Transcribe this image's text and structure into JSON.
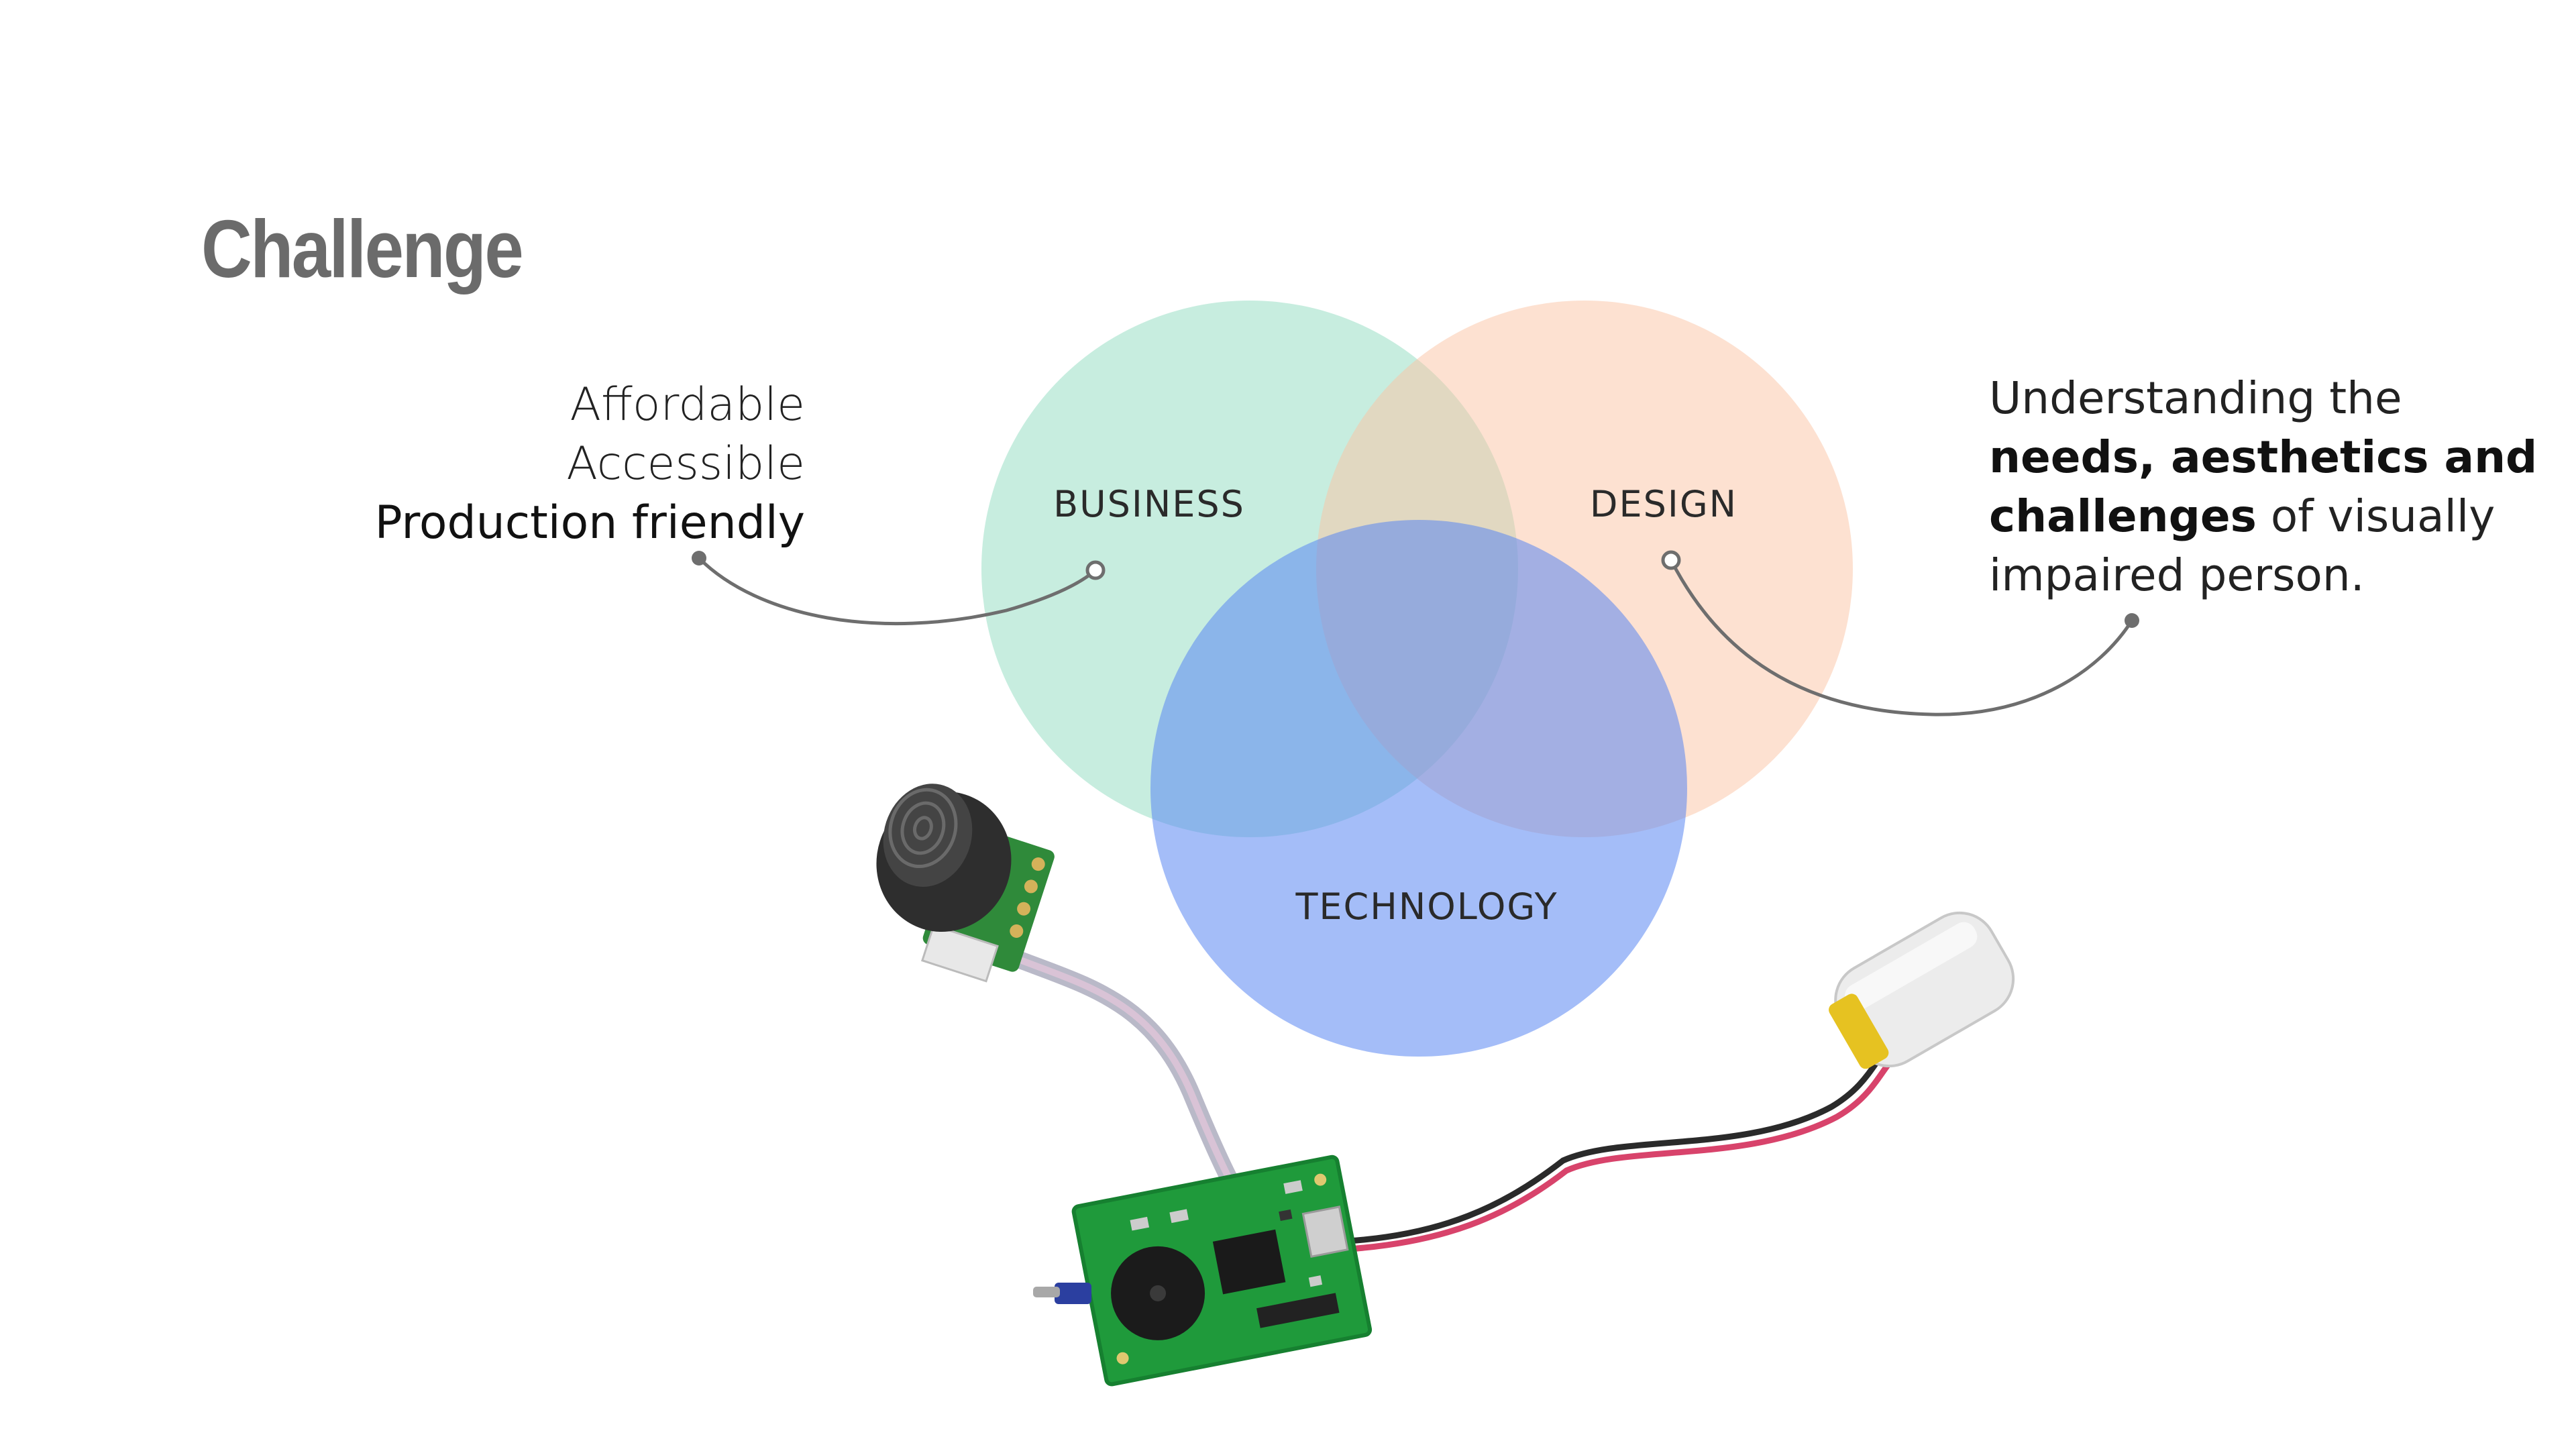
{
  "slide": {
    "title": "Challenge"
  },
  "left_callout": {
    "line1": "Affordable",
    "line2": "Accessible",
    "line3": "Production friendly"
  },
  "right_callout": {
    "part1": "Understanding the",
    "part2_bold": "needs, aesthetics and challenges",
    "part3": "of visually impaired person."
  },
  "venn": {
    "sets": [
      {
        "label": "BUSINESS",
        "color": "#8fdcc0"
      },
      {
        "label": "DESIGN",
        "color": "#fcc4a4"
      },
      {
        "label": "TECHNOLOGY",
        "color": "#5a86f2"
      }
    ]
  },
  "photo": {
    "components": [
      "ultrasonic-sensor",
      "circuit-board",
      "buzzer",
      "lipo-battery",
      "cables"
    ]
  }
}
